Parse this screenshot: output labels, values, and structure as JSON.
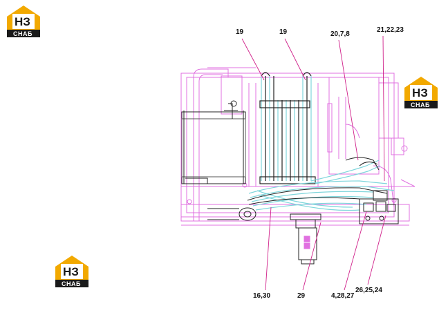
{
  "logo": {
    "mark": "НЗ",
    "brand": "СНАБ"
  },
  "callouts": {
    "c1": "19",
    "c2": "19",
    "c3": "20,7,8",
    "c4": "21,22,23",
    "c5": "16,30",
    "c6": "29",
    "c7": "4,28,27",
    "c8": "26,25,24"
  },
  "colors": {
    "frame": "#e070e0",
    "hose": "#7fd6dc",
    "leader": "#d0208a",
    "line": "#222222",
    "logo_gold": "#f2a900",
    "logo_dark": "#1a1a1a"
  }
}
